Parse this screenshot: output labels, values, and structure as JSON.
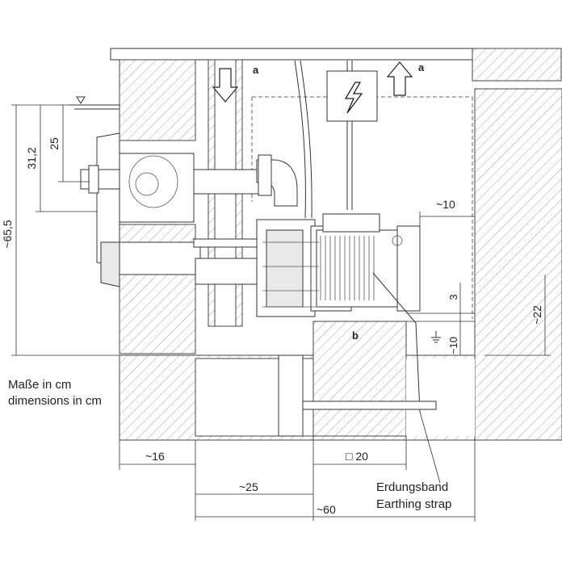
{
  "labels": {
    "a_left": "a",
    "a_right": "a",
    "b": "b"
  },
  "dimensions": {
    "d_65_5": "~65,5",
    "d_31_2": "31,2",
    "d_25_v": "25",
    "d_10_top": "~10",
    "d_3": "3",
    "d_10_bottom": "~10",
    "d_22": "~22",
    "d_16": "~16",
    "d_25_h": "~25",
    "d_20": "□ 20",
    "d_60": "~60"
  },
  "notes": {
    "units_de": "Maße in cm",
    "units_en": "dimensions in cm",
    "earthing_de": "Erdungsband",
    "earthing_en": "Earthing strap"
  },
  "icons": [
    "water-level-icon",
    "electrical-hazard-icon",
    "airflow-down-arrow-icon",
    "airflow-up-arrow-icon",
    "ground-symbol-icon"
  ]
}
